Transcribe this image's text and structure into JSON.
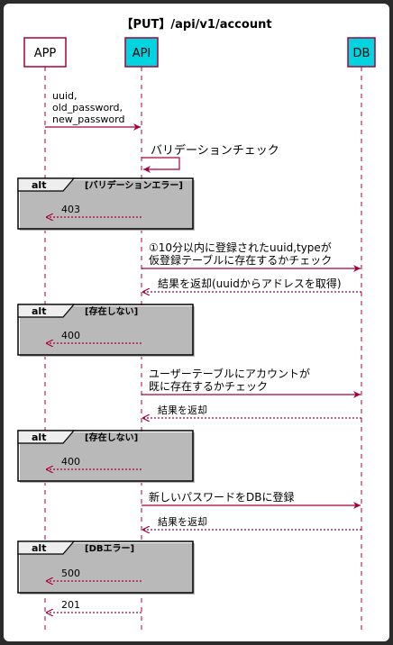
{
  "title": "【PUT】/api/v1/account",
  "participants": [
    {
      "id": "app",
      "label": "APP",
      "fill": "#fefefe"
    },
    {
      "id": "api",
      "label": "API",
      "fill": "#00d4e0"
    },
    {
      "id": "db",
      "label": "DB",
      "fill": "#00d4e0"
    }
  ],
  "messages": [
    {
      "from": "app",
      "to": "api",
      "style": "solid",
      "lines": [
        "uuid,",
        "old_password,",
        "new_password"
      ]
    },
    {
      "from": "api",
      "to": "api",
      "style": "self",
      "lines": [
        "バリデーションチェック"
      ]
    },
    {
      "from": "api",
      "to": "app",
      "style": "dashed",
      "lines": [
        "403"
      ]
    },
    {
      "from": "api",
      "to": "db",
      "style": "solid",
      "lines": [
        "①10分以内に登録されたuuid,typeが",
        "仮登録テーブルに存在するかチェック"
      ]
    },
    {
      "from": "db",
      "to": "api",
      "style": "dashed",
      "lines": [
        "結果を返却(uuidからアドレスを取得)"
      ]
    },
    {
      "from": "api",
      "to": "app",
      "style": "dashed",
      "lines": [
        "400"
      ]
    },
    {
      "from": "api",
      "to": "db",
      "style": "solid",
      "lines": [
        "ユーザーテーブルにアカウントが",
        "既に存在するかチェック"
      ]
    },
    {
      "from": "db",
      "to": "api",
      "style": "dashed",
      "lines": [
        "結果を返却"
      ]
    },
    {
      "from": "api",
      "to": "app",
      "style": "dashed",
      "lines": [
        "400"
      ]
    },
    {
      "from": "api",
      "to": "db",
      "style": "solid",
      "lines": [
        "新しいパスワードをDBに登録"
      ]
    },
    {
      "from": "db",
      "to": "api",
      "style": "dashed",
      "lines": [
        "結果を返却"
      ]
    },
    {
      "from": "api",
      "to": "app",
      "style": "dashed",
      "lines": [
        "500"
      ]
    },
    {
      "from": "api",
      "to": "app",
      "style": "dashed",
      "lines": [
        "201"
      ]
    }
  ],
  "fragments": [
    {
      "keyword": "alt",
      "condition": "[バリデーションエラー]",
      "contains": 2
    },
    {
      "keyword": "alt",
      "condition": "[存在しない]",
      "contains": 5
    },
    {
      "keyword": "alt",
      "condition": "[存在しない]",
      "contains": 8
    },
    {
      "keyword": "alt",
      "condition": "[DBエラー]",
      "contains": 11
    }
  ],
  "colors": {
    "line": "#a80036",
    "participant_border": "#a80036",
    "frame_border": "#000000"
  }
}
